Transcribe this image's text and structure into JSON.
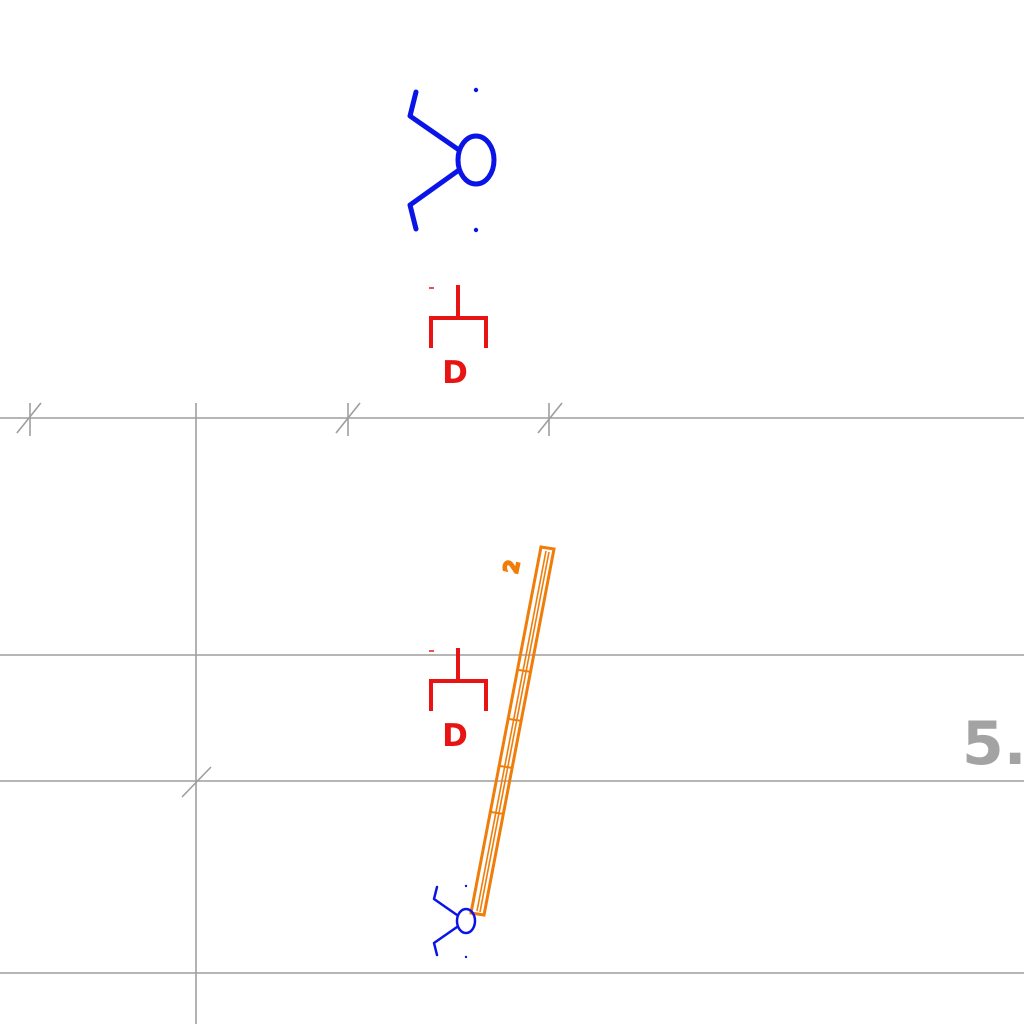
{
  "colors": {
    "background": "#ffffff",
    "grid": "#9e9e9e",
    "fixture": "#0a14e6",
    "device": "#e81414",
    "member": "#f07d0a",
    "text_gray": "#a3a3a3"
  },
  "icons": {
    "fixture": "luminaire-symbol-icon",
    "device": "drop-symbol-icon"
  },
  "labels": {
    "device_top": "D",
    "device_mid": "D",
    "member_tag": "2",
    "edge_label": "5."
  }
}
